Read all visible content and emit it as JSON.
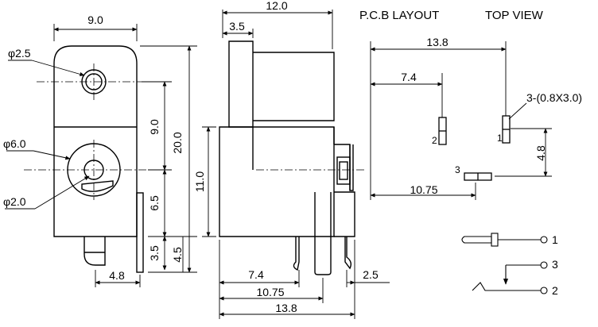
{
  "headers": {
    "pcb_layout": "P.C.B LAYOUT",
    "top_view": "TOP VIEW"
  },
  "front_view": {
    "width": "9.0",
    "hole_small": "φ2.5",
    "hole_large": "φ6.0",
    "pin_center": "φ2.0",
    "height_total": "20.0",
    "height_upper": "9.0",
    "height_mid": "6.5",
    "height_low1": "3.5",
    "height_low2": "4.5",
    "pin_offset": "4.8"
  },
  "side_view": {
    "width": "12.0",
    "lip": "3.5",
    "height": "11.0",
    "d1": "7.4",
    "d2": "10.75",
    "d3": "13.8",
    "d4": "2.5"
  },
  "pcb": {
    "total": "13.8",
    "d1": "7.4",
    "d2": "10.75",
    "d3": "4.8",
    "slot_note": "3-(0.8X3.0)",
    "pin1": "1",
    "pin2": "2",
    "pin3": "3"
  },
  "schematic": {
    "t1": "1",
    "t2": "2",
    "t3": "3"
  },
  "colors": {
    "line": "#000000",
    "background": "#ffffff"
  }
}
